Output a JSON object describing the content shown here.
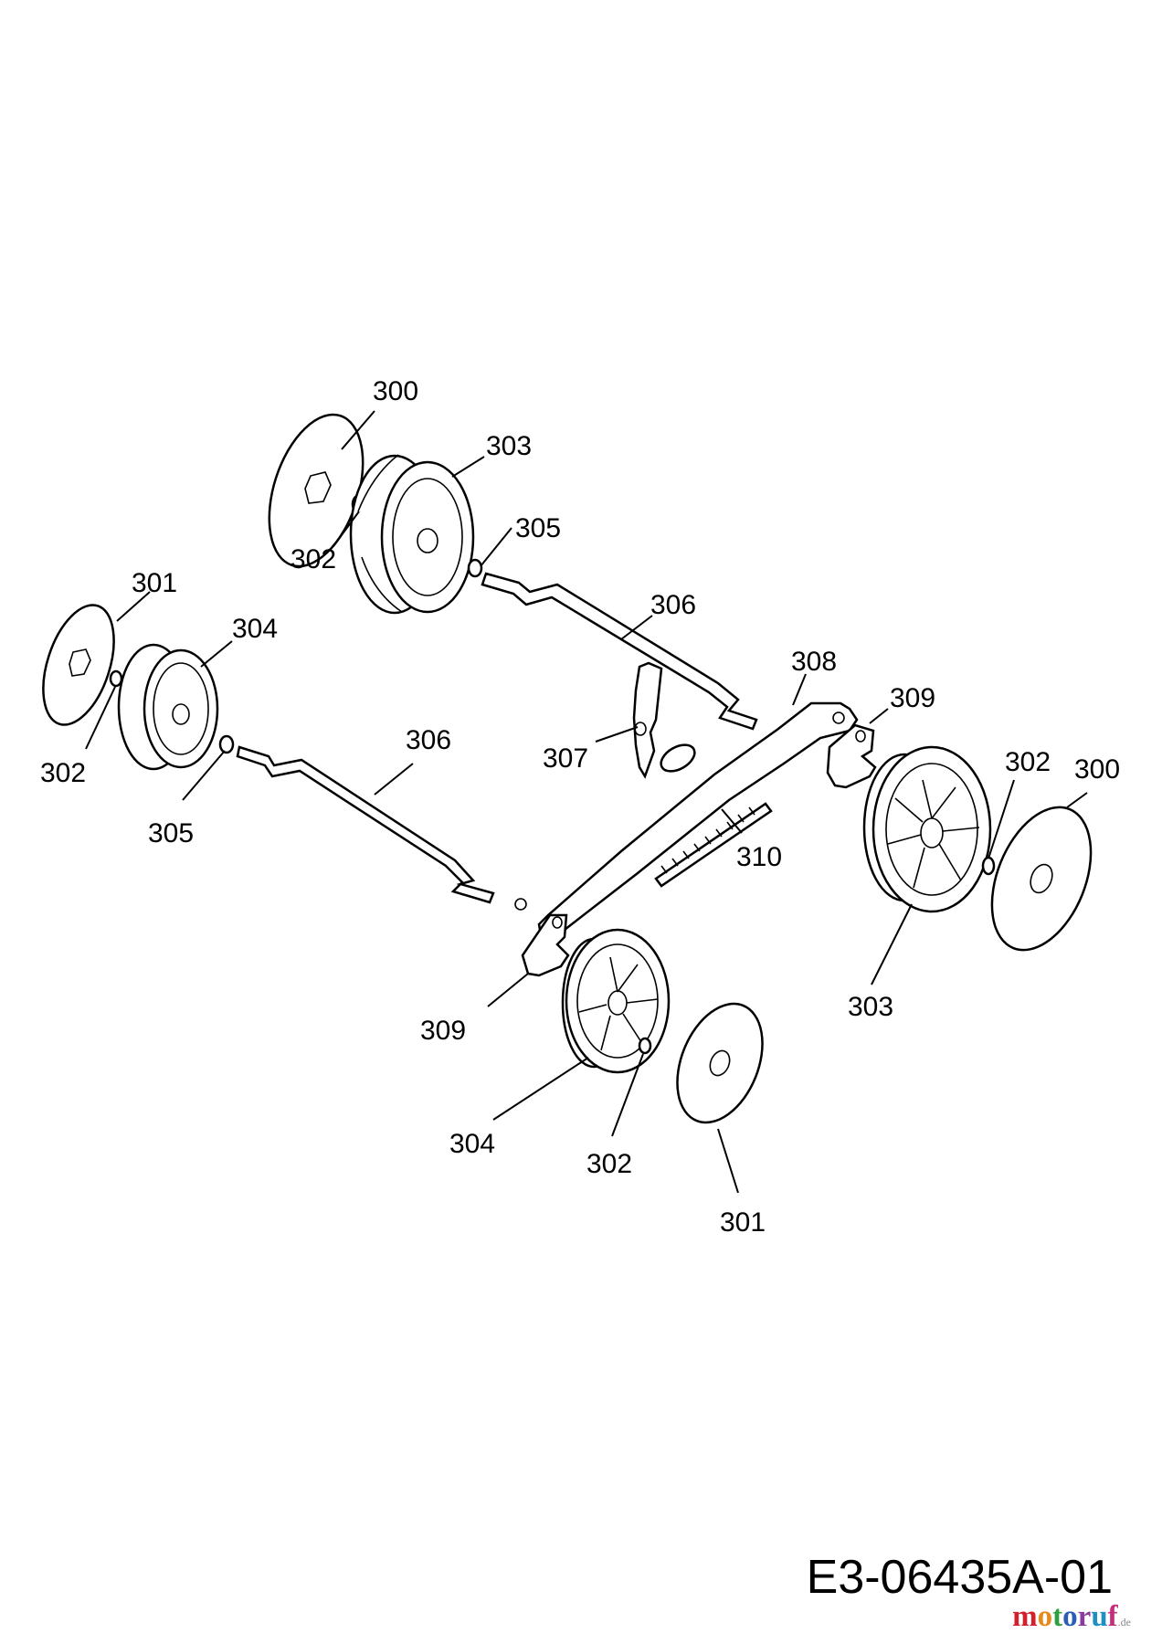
{
  "diagram": {
    "drawing_code": "E3-06435A-01",
    "labels": {
      "l300a": "300",
      "l303a": "303",
      "l302a": "302",
      "l305a": "305",
      "l306a": "306",
      "l301a": "301",
      "l304a": "304",
      "l302b": "302",
      "l305b": "305",
      "l306b": "306",
      "l308": "308",
      "l309a": "309",
      "l307": "307",
      "l310": "310",
      "l302c": "302",
      "l300b": "300",
      "l303b": "303",
      "l309b": "309",
      "l304b": "304",
      "l302d": "302",
      "l301b": "301"
    }
  },
  "watermark": {
    "text": "motoruf",
    "suffix": ".de",
    "colors": [
      "#d4202a",
      "#e8891b",
      "#2f9e3d",
      "#2a5cb8",
      "#8a3c9c",
      "#1f8fbf",
      "#c2307a"
    ]
  }
}
